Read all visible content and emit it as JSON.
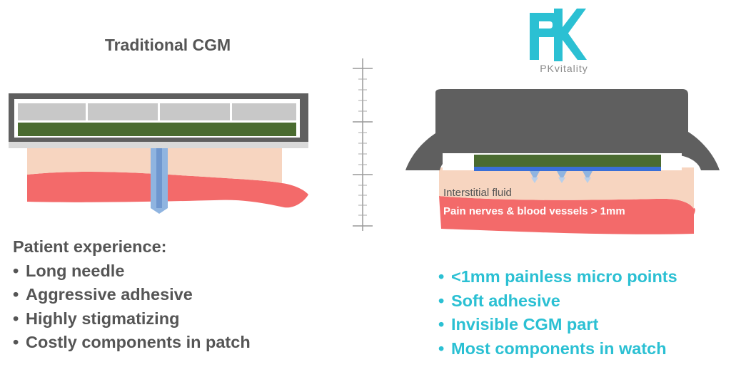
{
  "traditional": {
    "title": "Traditional CGM",
    "heading": "Patient experience:",
    "bullets": [
      "Long needle",
      "Aggressive adhesive",
      "Highly stigmatizing",
      "Costly components in patch"
    ]
  },
  "pkvitality": {
    "logo_text": "PKvitality",
    "fluid_label": "Interstitial fluid",
    "nerves_label": "Pain nerves & blood vessels > 1mm",
    "bullets": [
      "<1mm painless micro points",
      "Soft adhesive",
      "Invisible CGM part",
      "Most components in watch"
    ]
  },
  "colors": {
    "logo_cyan": "#2bc0d3",
    "skin": "#f7d5c0",
    "blood": "#f36a6a",
    "sensor_green": "#4a6b30",
    "housing_gray": "#5f5f5f",
    "text_gray": "#555555"
  }
}
